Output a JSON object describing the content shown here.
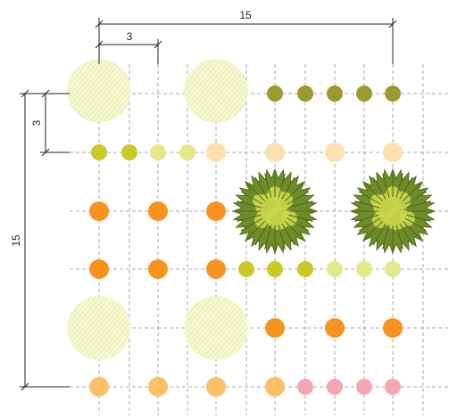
{
  "dimensions": {
    "top_total": "15",
    "top_sub": "3",
    "left_total": "15",
    "left_sub": "3"
  },
  "colors": {
    "grid": "#a9a9a9",
    "dim_line": "#222222",
    "olive": "#9a9a2e",
    "lime": "#c9c928",
    "pale_lime": "#e3e88a",
    "cream": "#fde0b0",
    "orange": "#f7931e",
    "light_orange": "#fcc066",
    "pink": "#f4a7b0",
    "hatch_circle": "#e8eeaa",
    "tree_dark": "#6f8c2a",
    "tree_light": "#c9d64a"
  },
  "legend_note": ""
}
